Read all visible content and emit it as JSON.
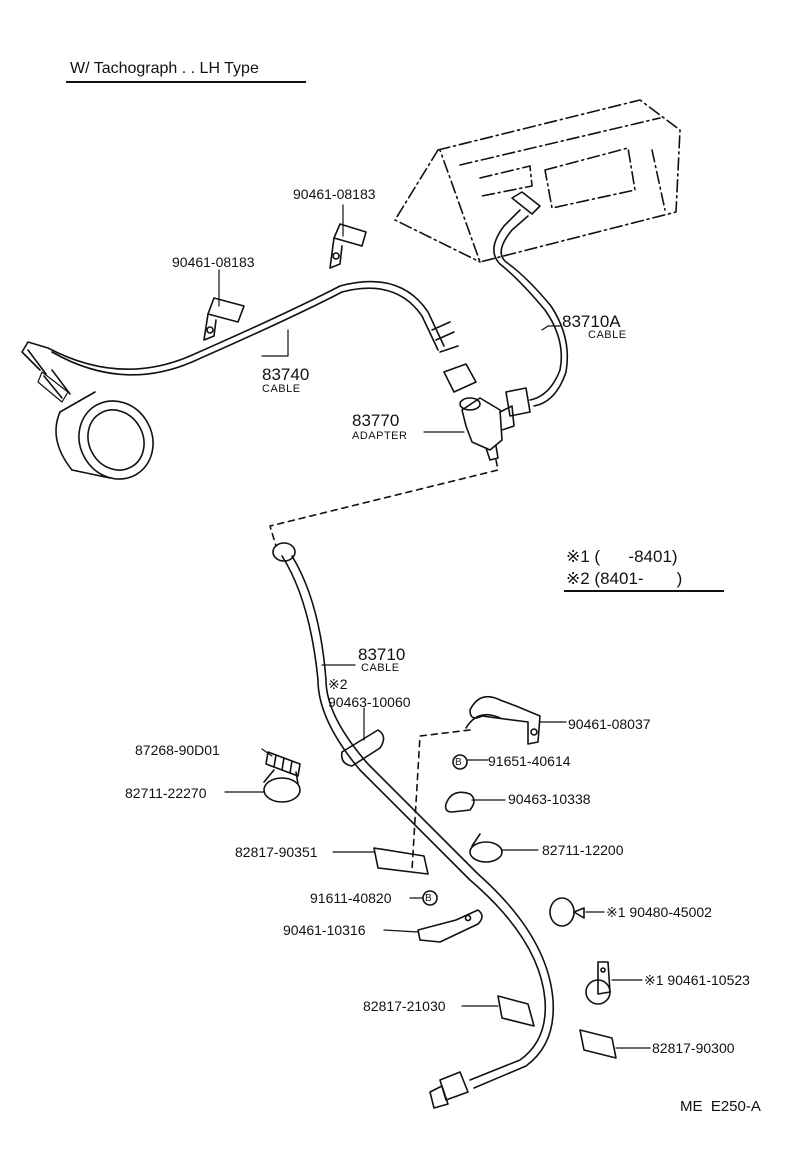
{
  "title": "W/ Tachograph . . LH Type",
  "legend": {
    "line1": "※1 (      -8401)",
    "line2": "※2 (8401-       )"
  },
  "footer": "ME  E250-A",
  "parts": {
    "bracket_upper": "90461-08183",
    "bracket_lower": "90461-08183",
    "cable_83740_num": "83740",
    "cable_83740_name": "CABLE",
    "cable_83710a_num": "83710A",
    "cable_83710a_name": "CABLE",
    "adapter_num": "83770",
    "adapter_name": "ADAPTER",
    "cable_83710_num": "83710",
    "cable_83710_name": "CABLE",
    "clamp_note": "※2",
    "clamp_90463_10060": "90463-10060",
    "clip_90461_08037": "90461-08037",
    "bolt_91651_40614": "91651-40614",
    "bolt_b_mark": "B",
    "grommet_87268": "87268-90D01",
    "clamp_82711_22270": "82711-22270",
    "clamp_90463_10338": "90463-10338",
    "clamp_82711_12200": "82711-12200",
    "protector_82817_90351": "82817-90351",
    "bolt_91611_40820": "91611-40820",
    "bolt_b_mark2": "B",
    "grommet_90480": "※1 90480-45002",
    "bracket_90461_10316": "90461-10316",
    "bracket_90461_10523": "※1 90461-10523",
    "protector_82817_21030": "82817-21030",
    "protector_82817_90300": "82817-90300"
  }
}
